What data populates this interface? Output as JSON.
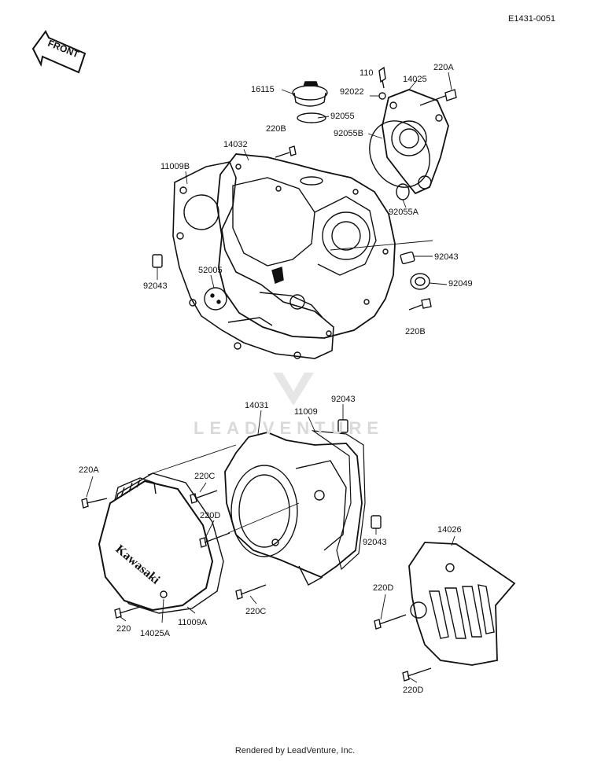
{
  "figure_id": "E1431-0051",
  "front_label": "FRONT",
  "brand_badge": "Kawasaki",
  "watermark_text": "LEADVENTURE",
  "footer": "Rendered by LeadVenture, Inc.",
  "callouts": {
    "c110": "110",
    "c220A_top": "220A",
    "c16115": "16115",
    "c92022": "92022",
    "c14025": "14025",
    "c92055": "92055",
    "c220B_top": "220B",
    "c92055B": "92055B",
    "c14032": "14032",
    "c11009B": "11009B",
    "c92055A": "92055A",
    "c92043_right": "92043",
    "c92043_left": "92043",
    "c52005": "52005",
    "c92049": "92049",
    "c220B_bottom": "220B",
    "c14031": "14031",
    "c11009": "11009",
    "c92043_mid": "92043",
    "c220A_left": "220A",
    "c220C_top": "220C",
    "c220D_left": "220D",
    "c92043_lower": "92043",
    "c14026": "14026",
    "c220C_bottom": "220C",
    "c220D_right": "220D",
    "c220": "220",
    "c14025A": "14025A",
    "c11009A": "11009A",
    "c220D_bottom": "220D"
  }
}
